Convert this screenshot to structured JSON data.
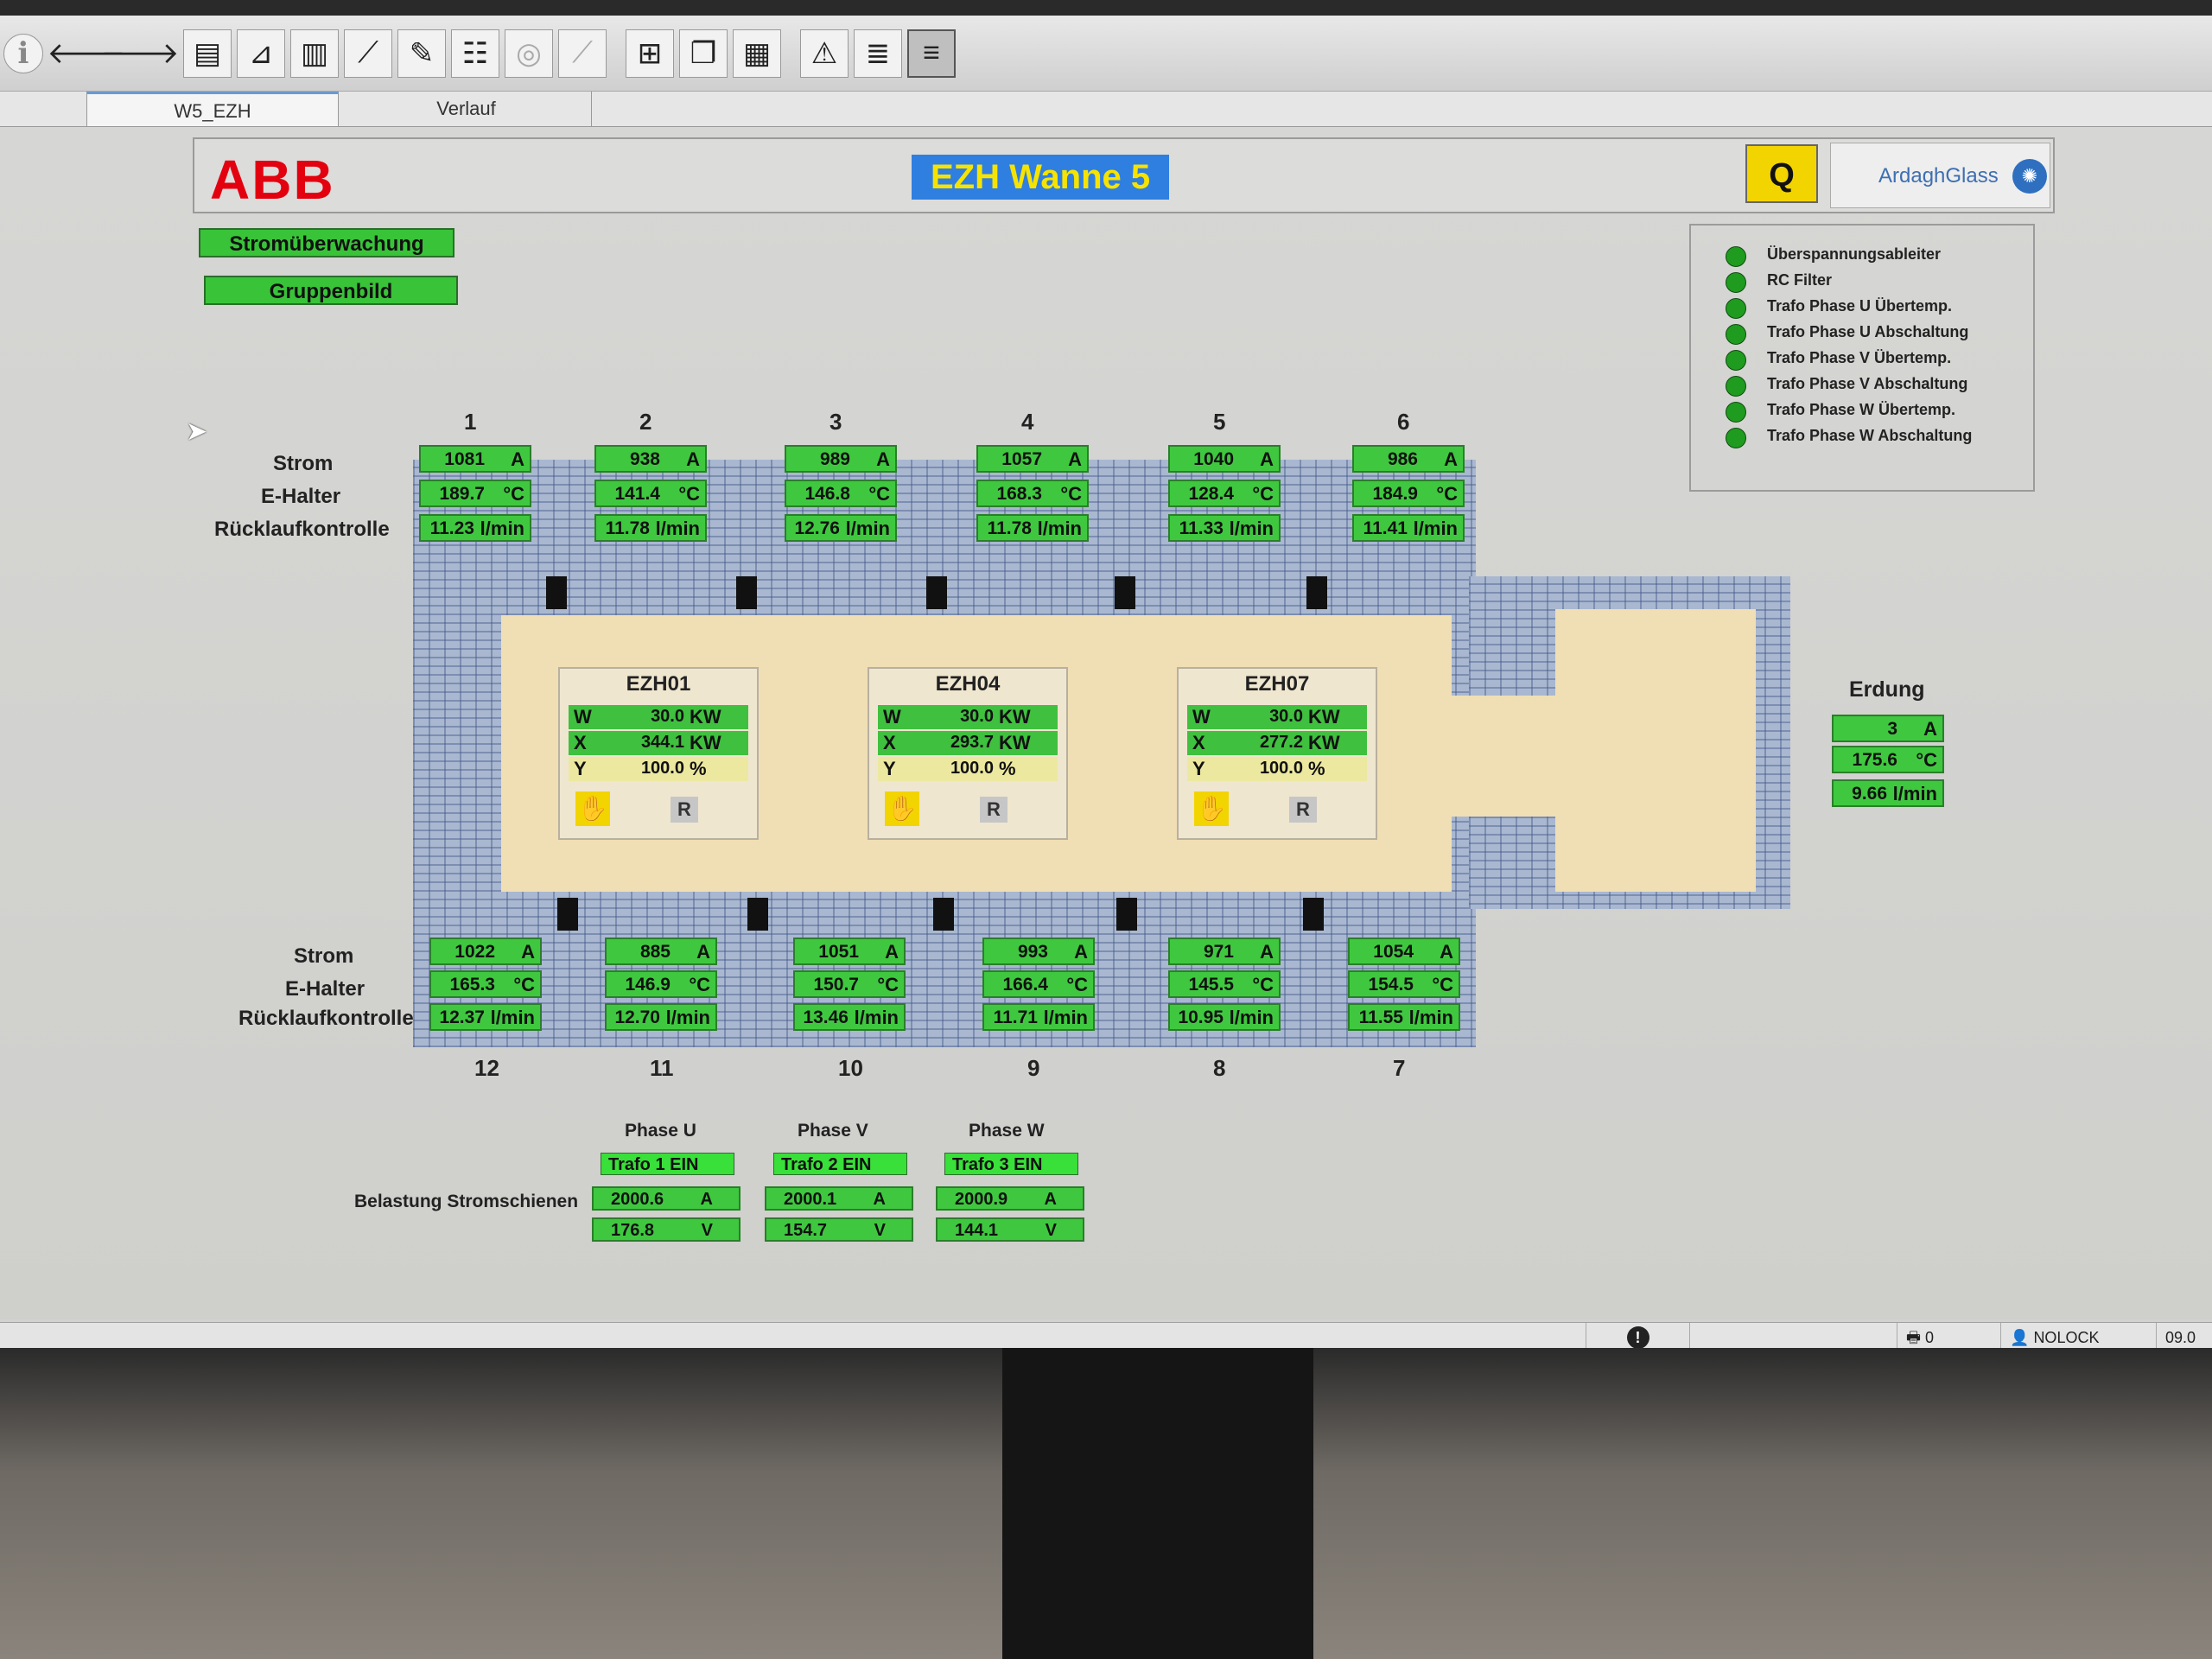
{
  "tabs": [
    {
      "label": "W5_EZH"
    },
    {
      "label": "Verlauf"
    }
  ],
  "header": {
    "logo_text": "ABB",
    "title": "EZH Wanne 5",
    "q_button": "Q",
    "partner_logo": "ArdaghGlass"
  },
  "nav": {
    "stromueberwachung": "Stromüberwachung",
    "gruppenbild": "Gruppenbild"
  },
  "status_indicators": [
    {
      "label": "Überspannungsableiter",
      "color": "#1f9b1f"
    },
    {
      "label": "RC Filter",
      "color": "#1f9b1f"
    },
    {
      "label": "Trafo Phase U Übertemp.",
      "color": "#1f9b1f"
    },
    {
      "label": "Trafo Phase U Abschaltung",
      "color": "#1f9b1f"
    },
    {
      "label": "Trafo Phase V Übertemp.",
      "color": "#1f9b1f"
    },
    {
      "label": "Trafo Phase V Abschaltung",
      "color": "#1f9b1f"
    },
    {
      "label": "Trafo Phase W Übertemp.",
      "color": "#1f9b1f"
    },
    {
      "label": "Trafo Phase W Abschaltung",
      "color": "#1f9b1f"
    }
  ],
  "row_labels": {
    "strom": "Strom",
    "ehalter": "E-Halter",
    "ruecklauf": "Rücklaufkontrolle"
  },
  "top_electrodes": [
    {
      "num": "1",
      "strom": "1081",
      "temp": "189.7",
      "flow": "11.23"
    },
    {
      "num": "2",
      "strom": "938",
      "temp": "141.4",
      "flow": "11.78"
    },
    {
      "num": "3",
      "strom": "989",
      "temp": "146.8",
      "flow": "12.76"
    },
    {
      "num": "4",
      "strom": "1057",
      "temp": "168.3",
      "flow": "11.78"
    },
    {
      "num": "5",
      "strom": "1040",
      "temp": "128.4",
      "flow": "11.33"
    },
    {
      "num": "6",
      "strom": "986",
      "temp": "184.9",
      "flow": "11.41"
    }
  ],
  "bottom_electrodes": [
    {
      "num": "12",
      "strom": "1022",
      "temp": "165.3",
      "flow": "12.37"
    },
    {
      "num": "11",
      "strom": "885",
      "temp": "146.9",
      "flow": "12.70"
    },
    {
      "num": "10",
      "strom": "1051",
      "temp": "150.7",
      "flow": "13.46"
    },
    {
      "num": "9",
      "strom": "993",
      "temp": "166.4",
      "flow": "11.71"
    },
    {
      "num": "8",
      "strom": "971",
      "temp": "145.5",
      "flow": "10.95"
    },
    {
      "num": "7",
      "strom": "1054",
      "temp": "154.5",
      "flow": "11.55"
    }
  ],
  "units": {
    "strom": "A",
    "temp": "°C",
    "flow": "l/min",
    "power": "KW",
    "percent": "%",
    "volt": "V"
  },
  "ezh_units": [
    {
      "name": "EZH01",
      "w": "30.0",
      "x": "344.1",
      "y": "100.0",
      "reset": "R"
    },
    {
      "name": "EZH04",
      "w": "30.0",
      "x": "293.7",
      "y": "100.0",
      "reset": "R"
    },
    {
      "name": "EZH07",
      "w": "30.0",
      "x": "277.2",
      "y": "100.0",
      "reset": "R"
    }
  ],
  "ezh_keys": {
    "w": "W",
    "x": "X",
    "y": "Y"
  },
  "erdung": {
    "label": "Erdung",
    "strom": "3",
    "temp": "175.6",
    "flow": "9.66"
  },
  "phases": {
    "label": "Belastung Stromschienen",
    "items": [
      {
        "name": "Phase U",
        "trafo": "Trafo 1 EIN",
        "current": "2000.6",
        "voltage": "176.8"
      },
      {
        "name": "Phase V",
        "trafo": "Trafo 2 EIN",
        "current": "2000.1",
        "voltage": "154.7"
      },
      {
        "name": "Phase W",
        "trafo": "Trafo 3 EIN",
        "current": "2000.9",
        "voltage": "144.1"
      }
    ]
  },
  "statusbar": {
    "printer_count": "0",
    "user": "NOLOCK",
    "time": "09.0"
  },
  "icons": {
    "info": "info-icon",
    "back": "arrow-left-icon",
    "forward": "arrow-right-icon",
    "hand": "hand-icon",
    "alarm": "exclamation-icon",
    "printer": "printer-icon",
    "user": "user-icon"
  }
}
